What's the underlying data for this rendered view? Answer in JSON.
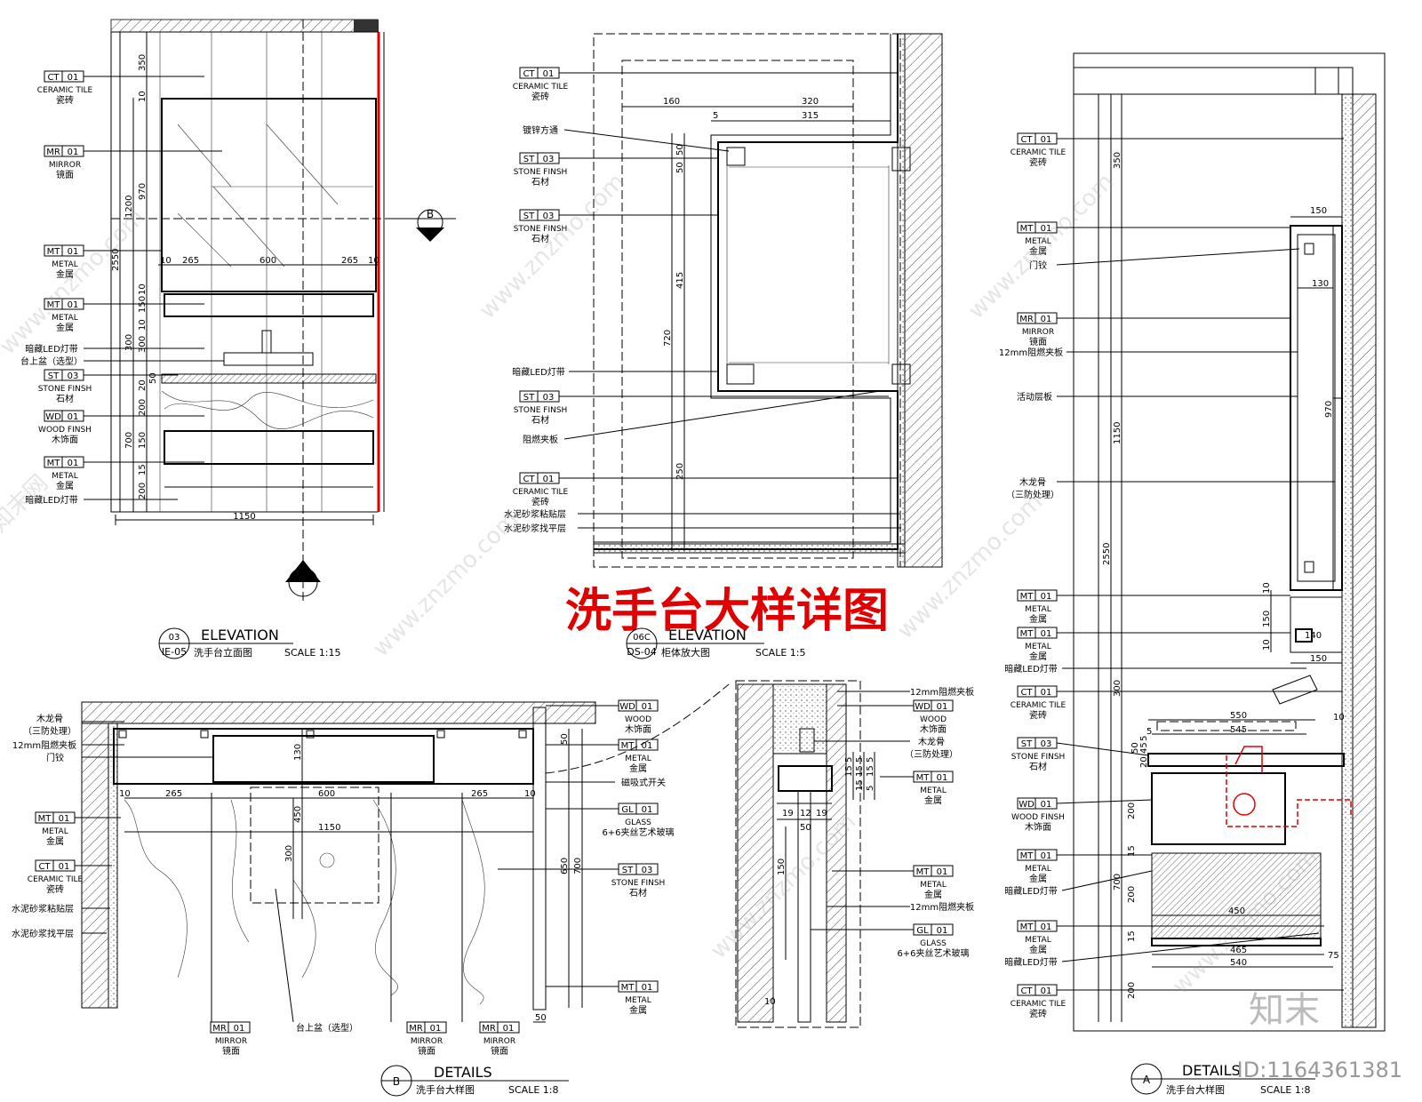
{
  "main_title": "洗手台大样详图",
  "views": {
    "elev_03": {
      "num": "03",
      "sheet": "IE-05",
      "title": "ELEVATION",
      "name": "洗手台立面图",
      "scale": "SCALE  1:15"
    },
    "elev_06c": {
      "num": "06C",
      "sheet": "DS-04",
      "title": "ELEVATION",
      "name": "柜体放大图",
      "scale": "SCALE  1:5"
    },
    "det_b": {
      "num": "B",
      "title": "DETAILS",
      "name": "洗手台大样图",
      "scale": "SCALE  1:8"
    },
    "det_a": {
      "num": "A",
      "title": "DETAILS",
      "name": "洗手台大样图",
      "scale": "SCALE  1:8"
    }
  },
  "section_markers": {
    "b": "B",
    "a": "A"
  },
  "tags": {
    "ct_code": "CT",
    "mr_code": "MR",
    "mt_code": "MT",
    "st_code": "ST",
    "wd_code": "WD",
    "gl_code": "GL",
    "n01": "01",
    "n03": "03",
    "ceramic_tile": "CERAMIC TILE",
    "ceramic_cn": "瓷砖",
    "mirror": "MIRROR",
    "mirror_cn": "镜面",
    "metal": "METAL",
    "metal_cn": "金属",
    "stone_finsh": "STONE FINSH",
    "stone_cn": "石材",
    "wood_finsh": "WOOD FINSH",
    "wood_finsh_cn": "木饰面",
    "wood": "WOOD",
    "wood_cn": "木饰面",
    "glass": "GLASS",
    "glass_cn": "6+6夹丝艺术玻璃"
  },
  "notes": {
    "led_strip": "暗藏LED灯带",
    "basin": "台上盆（选型）",
    "galv_tube": "镀锌方通",
    "fire_board": "阻燃夹板",
    "mortar_bond": "水泥砂浆粘贴层",
    "mortar_level": "水泥砂浆找平层",
    "keel": "木龙骨",
    "keel_treat": "（三防处理）",
    "fire_board_12": "12mm阻燃夹板",
    "hinge": "门铰",
    "magnet_switch": "磁吸式开关",
    "mirror_board": "12mm阻燃夹板",
    "shelf": "活动层板",
    "keel_line2": "（三防处理）"
  },
  "dims_03": {
    "d350": "350",
    "d10a": "10",
    "d970": "970",
    "d1200": "1200",
    "d2550": "2550",
    "d10b": "10",
    "d150": "150",
    "d10c": "10",
    "d300": "300",
    "d20": "20",
    "d50": "50",
    "d200a": "200",
    "d150b": "150",
    "d700": "700",
    "d15": "15",
    "d200b": "200",
    "h10a": "10",
    "h265a": "265",
    "h600": "600",
    "h265b": "265",
    "h10b": "10",
    "h1150": "1150"
  },
  "dims_06c": {
    "d160": "160",
    "d320": "320",
    "d315": "315",
    "d5": "5",
    "d50": "50",
    "d50b": "50",
    "d415": "415",
    "d720": "720",
    "d250": "250"
  },
  "dims_b": {
    "d130": "130",
    "d10a": "10",
    "d265a": "265",
    "d600": "600",
    "d265b": "265",
    "d10b": "10",
    "d1150": "1150",
    "d450": "450",
    "d300": "300",
    "d50a": "50",
    "d650": "650",
    "d700": "700",
    "d50b": "50"
  },
  "dims_det": {
    "d19a": "19",
    "d12": "12",
    "d19b": "19",
    "d50": "50",
    "d150": "150",
    "d10": "10",
    "d5a": "5",
    "d15": "15",
    "d5b": "5",
    "d15b": "15",
    "d5c": "5",
    "d15c": "15",
    "d5d": "5",
    "d15d": "15"
  },
  "dims_a": {
    "d350": "350",
    "d150a": "150",
    "d130": "130",
    "d970": "970",
    "d1150": "1150",
    "d2550": "2550",
    "d10a": "10",
    "d150b": "150",
    "d140": "140",
    "d10b": "10",
    "d150c": "150",
    "d300": "300",
    "d550": "550",
    "d545": "545",
    "d10c": "10",
    "d5": "5",
    "d50": "50",
    "d20": "20",
    "d45": "45",
    "d5b": "5",
    "d200a": "200",
    "d15a": "15",
    "d700": "700",
    "d200b": "200",
    "d450": "450",
    "d15b": "15",
    "d465": "465",
    "d540": "540",
    "d75": "75",
    "d200c": "200"
  },
  "watermarks": {
    "site": "www.znzmo.com",
    "brand": "知末网"
  },
  "logo_text": "知末",
  "image_id": "ID:1164361381"
}
